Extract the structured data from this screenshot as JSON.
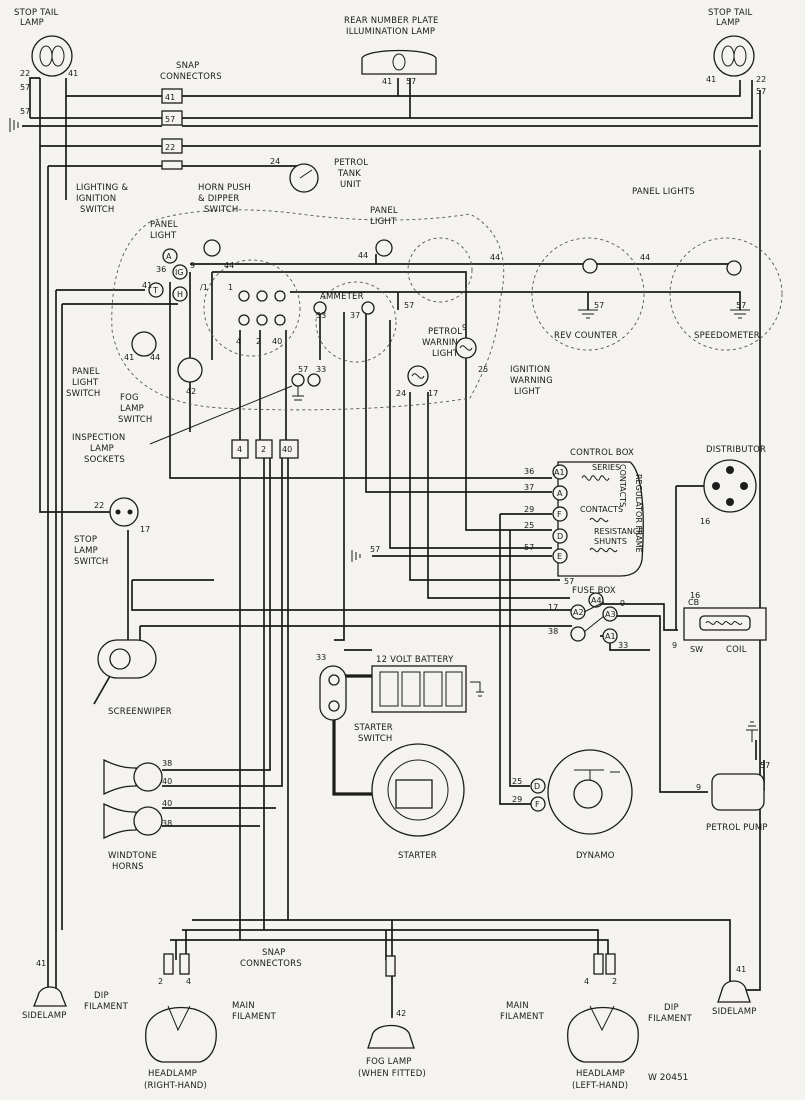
{
  "labels": {
    "stop_tail_lamp": [
      "STOP TAIL",
      "LAMP"
    ],
    "rear_number_plate_lamp": [
      "REAR NUMBER PLATE",
      "ILLUMINATION LAMP"
    ],
    "snap_connectors_top": [
      "SNAP",
      "CONNECTORS"
    ],
    "petrol_tank_unit": [
      "PETROL",
      "TANK",
      "UNIT"
    ],
    "lighting_ignition_switch": [
      "LIGHTING &",
      "IGNITION",
      "SWITCH"
    ],
    "horn_push_dipper": [
      "HORN PUSH",
      "& DIPPER",
      "SWITCH"
    ],
    "panel_light": [
      "PANEL",
      "LIGHT"
    ],
    "panel_lights": "PANEL LIGHTS",
    "ammeter": "AMMETER",
    "petrol_warning_light": [
      "PETROL",
      "WARNING",
      "LIGHT"
    ],
    "ignition_warning_light": [
      "IGNITION",
      "WARNING",
      "LIGHT"
    ],
    "rev_counter": "REV COUNTER",
    "speedometer": "SPEEDOMETER",
    "panel_light_switch": [
      "PANEL",
      "LIGHT",
      "SWITCH"
    ],
    "fog_lamp_switch": [
      "FOG",
      "LAMP",
      "SWITCH"
    ],
    "inspection_lamp_sockets": [
      "INSPECTION",
      "LAMP",
      "SOCKETS"
    ],
    "control_box": "CONTROL BOX",
    "series": "SERIES",
    "contacts": "CONTACTS",
    "regulator_frame": "REGULATOR FRAME",
    "resistance": "RESISTANCE",
    "shunts": "SHUNTS",
    "distributor": "DISTRIBUTOR",
    "stop_lamp_switch": [
      "STOP",
      "LAMP",
      "SWITCH"
    ],
    "fuse_box": "FUSE BOX",
    "coil": "COIL",
    "screenwiper": "SCREENWIPER",
    "battery": "12 VOLT BATTERY",
    "starter_switch": [
      "STARTER",
      "SWITCH"
    ],
    "windtone_horns": [
      "WINDTONE",
      "HORNS"
    ],
    "starter": "STARTER",
    "dynamo": "DYNAMO",
    "petrol_pump": "PETROL PUMP",
    "snap_connectors_bottom": [
      "SNAP",
      "CONNECTORS"
    ],
    "sidelamp": "SIDELAMP",
    "dip_filament": [
      "DIP",
      "FILAMENT"
    ],
    "main_filament": [
      "MAIN",
      "FILAMENT"
    ],
    "headlamp_right": [
      "HEADLAMP",
      "(RIGHT-HAND)"
    ],
    "fog_lamp": [
      "FOG LAMP",
      "(WHEN FITTED)"
    ],
    "headlamp_left": [
      "HEADLAMP",
      "(LEFT-HAND)"
    ],
    "drawing_ref": "W 20451"
  },
  "terminals": {
    "control_box": [
      "A1",
      "A",
      "F",
      "D",
      "E"
    ],
    "fuse_box": [
      "A4",
      "A3",
      "A2",
      "A1"
    ],
    "lighting_switch": [
      "A",
      "IG",
      "H",
      "T"
    ],
    "dynamo": [
      "D",
      "F"
    ],
    "coil": [
      "CB",
      "SW"
    ]
  },
  "snap_connector_numbers": [
    "41",
    "57",
    "22",
    "4",
    "2",
    "40"
  ],
  "wire_numbers": {
    "tail_left": [
      "22",
      "41",
      "57"
    ],
    "tail_right": [
      "41",
      "22",
      "57"
    ],
    "number_plate": [
      "41",
      "57"
    ],
    "earth_top": "57",
    "petrol_tank": "24",
    "panel_area": [
      "36",
      "9",
      "44",
      "44",
      "44",
      "44",
      "41",
      "/1",
      "1",
      "4",
      "2",
      "40",
      "41",
      "44",
      "42",
      "33",
      "37",
      "57",
      "57",
      "57",
      "57",
      "33",
      "24",
      "17",
      "25",
      "9"
    ],
    "control_box": [
      "36",
      "37",
      "29",
      "25",
      "57",
      "57"
    ],
    "earth_mid": "57",
    "distributor": "16",
    "stop_switch": [
      "22",
      "17"
    ],
    "fuse_box": [
      "17",
      "38",
      "9",
      "33"
    ],
    "coil": [
      "16",
      "9"
    ],
    "battery": "33",
    "horns": [
      "38",
      "40",
      "40",
      "38"
    ],
    "dynamo": [
      "25",
      "29"
    ],
    "pump": [
      "9",
      "57"
    ],
    "front": [
      "2",
      "4",
      "4",
      "2",
      "41",
      "41",
      "42"
    ]
  }
}
